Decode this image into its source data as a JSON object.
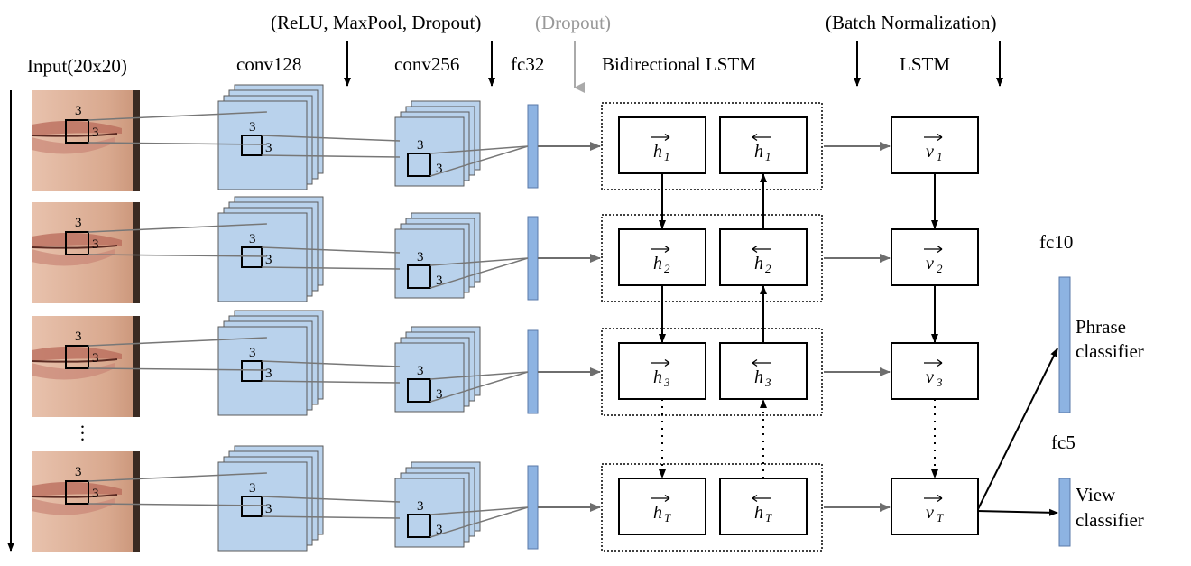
{
  "top_labels": {
    "relu_maxpool_dropout": "(ReLU, MaxPool, Dropout)",
    "dropout": "(Dropout)",
    "batch_norm": "(Batch Normalization)"
  },
  "column_labels": {
    "input": "Input(20x20)",
    "conv128": "conv128",
    "conv256": "conv256",
    "fc32": "fc32",
    "bilstm": "Bidirectional  LSTM",
    "lstm": "LSTM"
  },
  "kernel_size": "3",
  "rows": [
    {
      "fwd_sub": "1",
      "bwd_sub": "1",
      "v_sub": "1"
    },
    {
      "fwd_sub": "2",
      "bwd_sub": "2",
      "v_sub": "2"
    },
    {
      "fwd_sub": "3",
      "bwd_sub": "3",
      "v_sub": "3"
    },
    {
      "fwd_sub": "T",
      "bwd_sub": "T",
      "v_sub": "T"
    }
  ],
  "cell_symbols": {
    "forward": "h",
    "backward": "h",
    "lstm": "v"
  },
  "ellipsis": "·\n·\n·",
  "outputs": {
    "fc10_label": "fc10",
    "phrase_line1": "Phrase",
    "phrase_line2": "classifier",
    "fc5_label": "fc5",
    "view_line1": "View",
    "view_line2": "classifier"
  },
  "colors": {
    "block_fill": "#b9d2ec",
    "block_stroke": "#5a5a5a",
    "fc_fill": "#8db3e2",
    "face_skin": "#d9a98f",
    "face_lip": "#b86a5a",
    "face_dark": "#3a2a22",
    "gray_arrow": "#999999"
  }
}
